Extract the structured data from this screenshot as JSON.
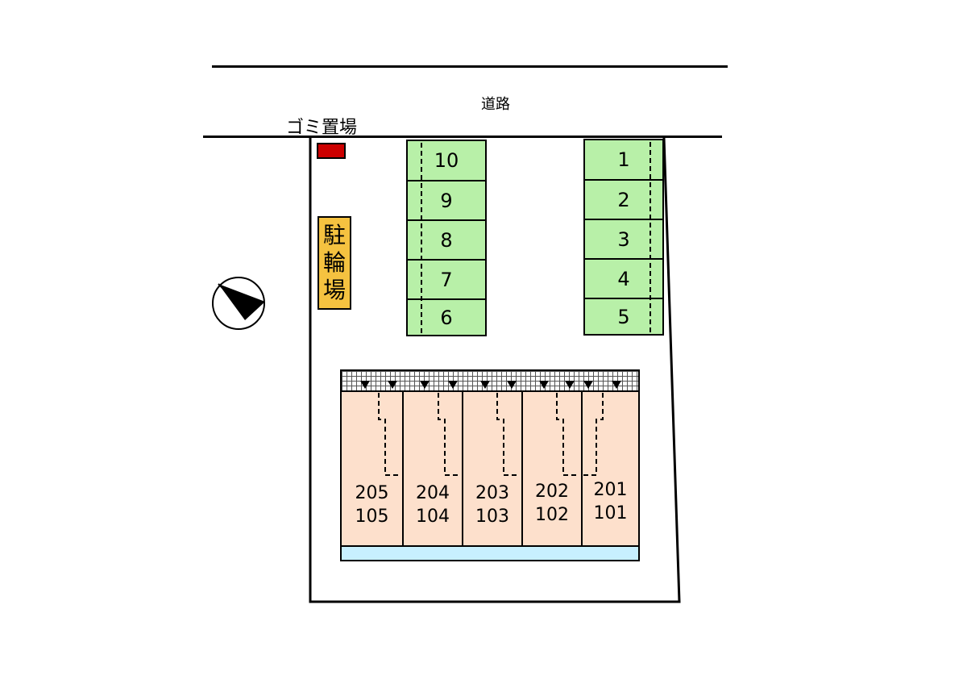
{
  "road": {
    "label": "道路"
  },
  "garbage": {
    "label": "ゴミ置場",
    "color": "#cc0000"
  },
  "bicycle_parking": {
    "chars": [
      "駐",
      "輪",
      "場"
    ],
    "color": "#f5c240"
  },
  "parking": {
    "color": "#b8f0a8",
    "left_column": [
      "10",
      "9",
      "8",
      "7",
      "6"
    ],
    "right_column": [
      "1",
      "2",
      "3",
      "4",
      "5"
    ]
  },
  "building": {
    "unit_color": "#fde0cc",
    "balcony_color": "#c8f0ff",
    "units": [
      {
        "upper": "205",
        "lower": "105"
      },
      {
        "upper": "204",
        "lower": "104"
      },
      {
        "upper": "203",
        "lower": "103"
      },
      {
        "upper": "202",
        "lower": "102"
      },
      {
        "upper": "201",
        "lower": "101"
      }
    ]
  },
  "compass": {
    "icon": "north-arrow-icon"
  }
}
